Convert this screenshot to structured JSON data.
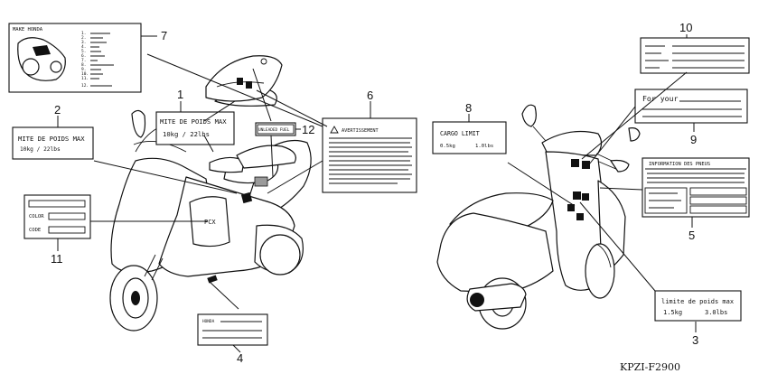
{
  "callouts": {
    "c1": "1",
    "c2": "2",
    "c3": "3",
    "c4": "4",
    "c5": "5",
    "c6": "6",
    "c7": "7",
    "c8": "8",
    "c9": "9",
    "c10": "10",
    "c11": "11",
    "c12": "12"
  },
  "label1": {
    "line1": "MITE DE POIDS MAX",
    "line2": "10kg  / 22lbs"
  },
  "label2": {
    "line1": "MITE DE POIDS MAX",
    "line2": "10kg  / 22lbs"
  },
  "label3": {
    "line1": "limite de poids max",
    "line2a": "1.5kg",
    "line2b": "3.0lbs"
  },
  "label4": {
    "line1": "HONDA"
  },
  "label5": {
    "title": "INFORMATION DES PNEUS"
  },
  "label6": {
    "title": "AVERTISSEMENT"
  },
  "label7": {
    "title": "MAKE  HONDA",
    "list_numbers": [
      "1.",
      "2.",
      "3.",
      "4.",
      "5.",
      "6.",
      "7.",
      "8.",
      "9.",
      "10.",
      "11.",
      "12."
    ]
  },
  "label8": {
    "line1": "CARGO LIMIT",
    "line2a": "0.5kg",
    "line2b": "1.0lbs"
  },
  "label9": {
    "line1": "For your"
  },
  "label11": {
    "row1": "COLOR",
    "row2": "CODE"
  },
  "label12": {
    "line1": "UNLEADED FUEL"
  },
  "decal_text": "PCX",
  "part_code": "KPZI-F2900"
}
